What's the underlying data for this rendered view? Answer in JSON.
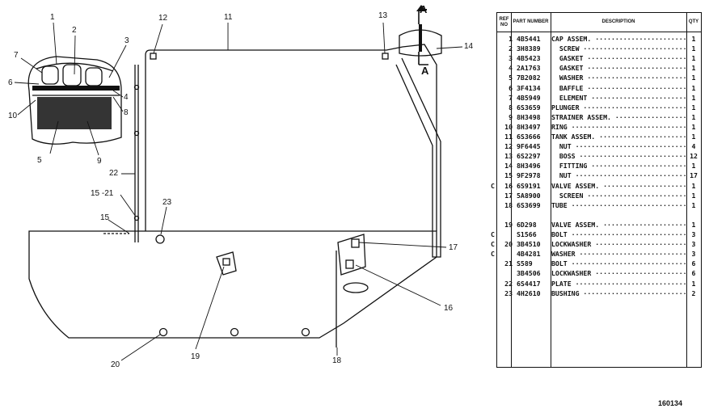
{
  "callouts": [
    {
      "id": "1",
      "label": "1"
    },
    {
      "id": "2",
      "label": "2"
    },
    {
      "id": "3",
      "label": "3"
    },
    {
      "id": "4",
      "label": "4"
    },
    {
      "id": "5",
      "label": "5"
    },
    {
      "id": "6",
      "label": "6"
    },
    {
      "id": "7",
      "label": "7"
    },
    {
      "id": "8",
      "label": "8"
    },
    {
      "id": "9",
      "label": "9"
    },
    {
      "id": "10",
      "label": "10"
    },
    {
      "id": "11",
      "label": "11"
    },
    {
      "id": "12",
      "label": "12"
    },
    {
      "id": "13",
      "label": "13"
    },
    {
      "id": "14",
      "label": "14"
    },
    {
      "id": "15a",
      "label": "15 -21"
    },
    {
      "id": "15b",
      "label": "15"
    },
    {
      "id": "16",
      "label": "16"
    },
    {
      "id": "17",
      "label": "17"
    },
    {
      "id": "18",
      "label": "18"
    },
    {
      "id": "19",
      "label": "19"
    },
    {
      "id": "20",
      "label": "20"
    },
    {
      "id": "22",
      "label": "22"
    },
    {
      "id": "23",
      "label": "23"
    }
  ],
  "section_marker": {
    "top": "A",
    "bottom": "A"
  },
  "table": {
    "headers": {
      "ref_no": "REF NO",
      "part_number": "PART NUMBER",
      "description": "DESCRIPTION",
      "qty": "QTY"
    },
    "rows": [
      {
        "mark": "",
        "no": "1",
        "pn": "4B5441",
        "desc": "CAP ASSEM.",
        "qty": "1"
      },
      {
        "mark": "",
        "no": "2",
        "pn": "3H8389",
        "desc": "  SCREW",
        "qty": "1"
      },
      {
        "mark": "",
        "no": "3",
        "pn": "4B5423",
        "desc": "  GASKET",
        "qty": "1"
      },
      {
        "mark": "",
        "no": "4",
        "pn": "2A1763",
        "desc": "  GASKET",
        "qty": "1"
      },
      {
        "mark": "",
        "no": "5",
        "pn": "7B2082",
        "desc": "  WASHER",
        "qty": "1"
      },
      {
        "mark": "",
        "no": "6",
        "pn": "3F4134",
        "desc": "  BAFFLE",
        "qty": "1"
      },
      {
        "mark": "",
        "no": "7",
        "pn": "4B5949",
        "desc": "  ELEMENT",
        "qty": "1"
      },
      {
        "mark": "",
        "no": "8",
        "pn": "6S3659",
        "desc": "PLUNGER",
        "qty": "1"
      },
      {
        "mark": "",
        "no": "9",
        "pn": "8H3498",
        "desc": "STRAINER ASSEM.",
        "qty": "1"
      },
      {
        "mark": "",
        "no": "10",
        "pn": "8H3497",
        "desc": "RING",
        "qty": "1"
      },
      {
        "mark": "",
        "no": "11",
        "pn": "6S3666",
        "desc": "TANK ASSEM.",
        "qty": "1"
      },
      {
        "mark": "",
        "no": "12",
        "pn": "9F6445",
        "desc": "  NUT",
        "qty": "4"
      },
      {
        "mark": "",
        "no": "13",
        "pn": "6S2297",
        "desc": "  BOSS",
        "qty": "12"
      },
      {
        "mark": "",
        "no": "14",
        "pn": "8H3496",
        "desc": "  FITTING",
        "qty": "1"
      },
      {
        "mark": "",
        "no": "15",
        "pn": "9F2978",
        "desc": "  NUT",
        "qty": "17"
      },
      {
        "mark": "C",
        "no": "16",
        "pn": "6S9191",
        "desc": "VALVE ASSEM.",
        "qty": "1"
      },
      {
        "mark": "",
        "no": "17",
        "pn": "5A8900",
        "desc": "  SCREEN",
        "qty": "1"
      },
      {
        "mark": "",
        "no": "18",
        "pn": "6S3699",
        "desc": "TUBE",
        "qty": "1"
      },
      {
        "mark": "",
        "no": "",
        "pn": "",
        "desc": "",
        "qty": ""
      },
      {
        "mark": "",
        "no": "19",
        "pn": "6D298",
        "desc": "VALVE ASSEM.",
        "qty": "1"
      },
      {
        "mark": "C",
        "no": "",
        "pn": "S1566",
        "desc": "BOLT",
        "qty": "3"
      },
      {
        "mark": "C",
        "no": "20",
        "pn": "3B4510",
        "desc": "LOCKWASHER",
        "qty": "3"
      },
      {
        "mark": "C",
        "no": "",
        "pn": "4B4281",
        "desc": "WASHER",
        "qty": "3"
      },
      {
        "mark": "",
        "no": "21",
        "pn": "S589",
        "desc": "BOLT",
        "qty": "6"
      },
      {
        "mark": "",
        "no": "",
        "pn": "3B4506",
        "desc": "LOCKWASHER",
        "qty": "6"
      },
      {
        "mark": "",
        "no": "22",
        "pn": "6S4417",
        "desc": "PLATE",
        "qty": "1"
      },
      {
        "mark": "",
        "no": "23",
        "pn": "4H2610",
        "desc": "BUSHING",
        "qty": "2"
      }
    ]
  },
  "figure_number": "160134"
}
